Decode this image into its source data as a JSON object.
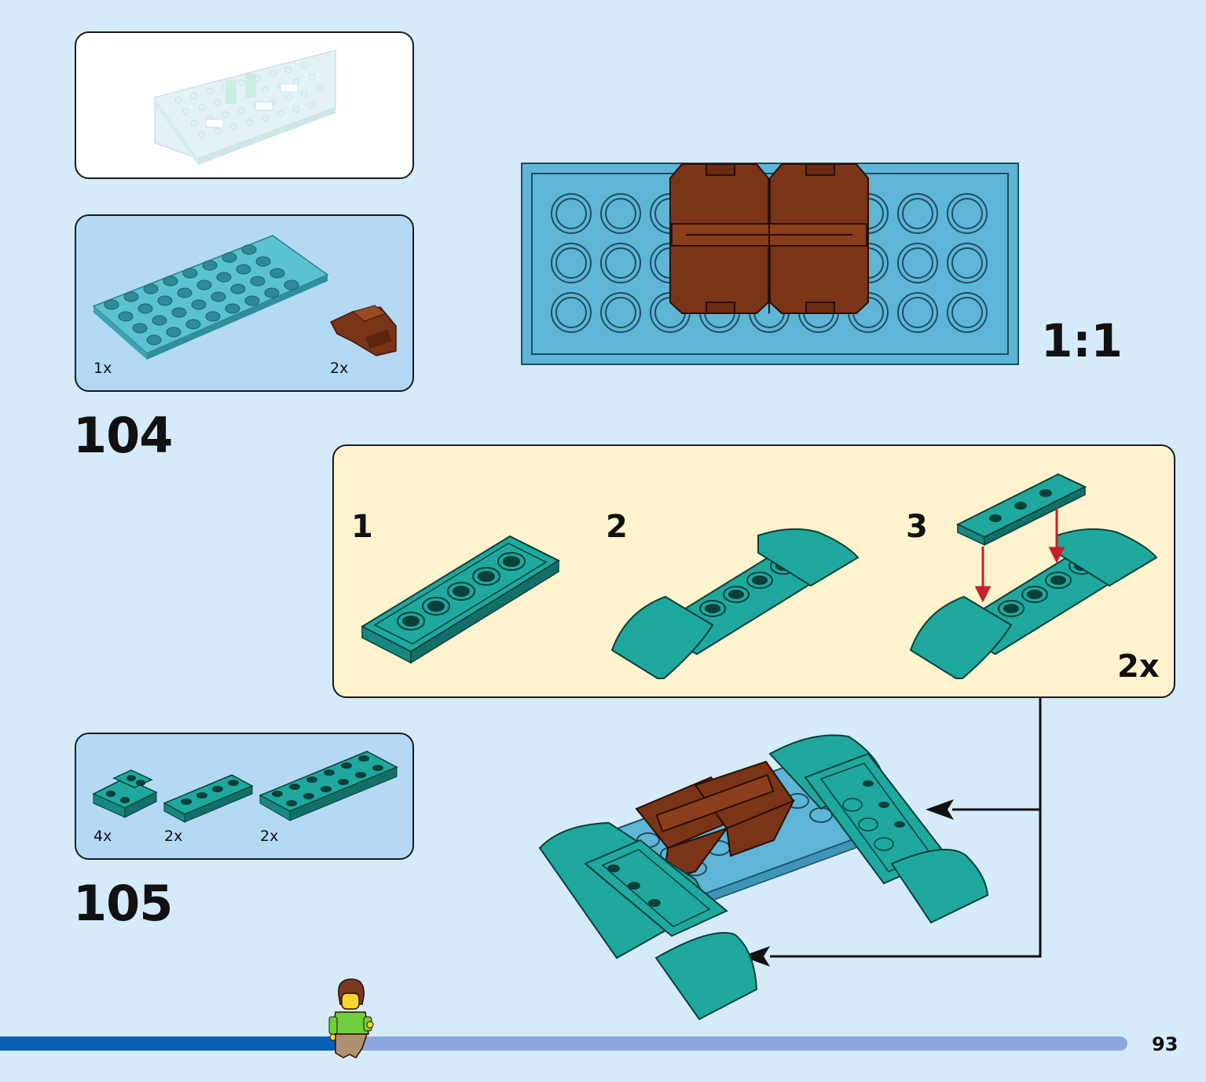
{
  "steps": [
    {
      "number": "104",
      "parts": [
        {
          "qty": "1x",
          "icon": "teal-plate-4x8-icon"
        },
        {
          "qty": "2x",
          "icon": "brown-hinge-plate-icon"
        }
      ],
      "scale_label": "1:1"
    },
    {
      "number": "105",
      "parts": [
        {
          "qty": "4x",
          "icon": "teal-inverted-slope-icon"
        },
        {
          "qty": "2x",
          "icon": "teal-plate-1x4-icon"
        },
        {
          "qty": "2x",
          "icon": "teal-plate-2x6-icon"
        }
      ]
    }
  ],
  "sub_assembly": {
    "steps": [
      "1",
      "2",
      "3"
    ],
    "multiplier": "2x"
  },
  "page_number": "93",
  "progress": 0.31,
  "colors": {
    "background": "#d5ebfa",
    "teal": "#1fa89d",
    "light_blue_plate": "#5eb5d6",
    "brown": "#7a3417",
    "subassembly_bg": "#fef3cc",
    "progress_done": "#0a5fb4",
    "progress_remaining": "#8aa8dc"
  }
}
